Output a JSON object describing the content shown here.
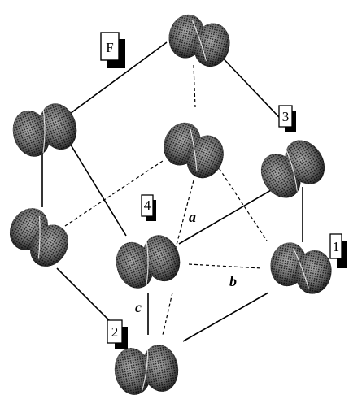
{
  "diagram": {
    "site_labels": {
      "F": "F",
      "one": "1",
      "two": "2",
      "three": "3",
      "four": "4"
    },
    "axis_labels": {
      "a": "a",
      "b": "b",
      "c": "c"
    }
  }
}
